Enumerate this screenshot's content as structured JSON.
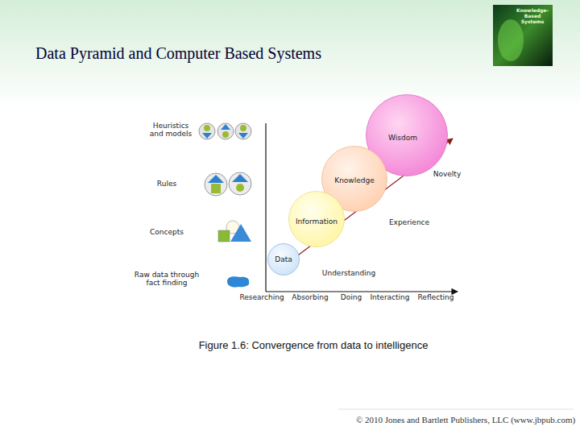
{
  "diagram": {
    "title": "Data Pyramid and Computer Based Systems",
    "caption": "Figure 1.6: Convergence from data to intelligence",
    "nodes": [
      {
        "text": [
          "Wisdom"
        ]
      },
      {
        "text": [
          "Knowledge"
        ]
      },
      {
        "text": [
          "Information"
        ]
      },
      {
        "text": [
          "Data"
        ]
      }
    ],
    "labels": [
      "Heuristics and models",
      "Rules",
      "Concepts",
      "Raw data through fact finding",
      "Novelty",
      "Experience",
      "Understanding",
      "Researching",
      "Absorbing",
      "Doing",
      "Interacting",
      "Reflecting",
      "Knowledge-Based Systems",
      "© 2010 Jones and Bartlett Publishers, LLC (www.jbpub.com)"
    ]
  }
}
